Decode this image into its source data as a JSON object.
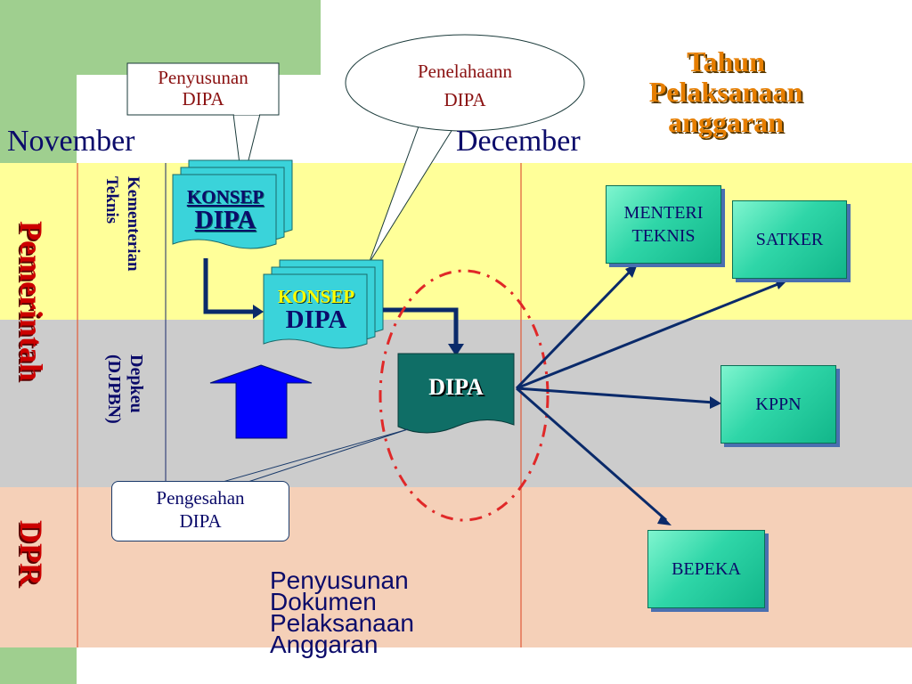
{
  "months": {
    "november": "November",
    "december": "December"
  },
  "tahun": {
    "line1": "Tahun",
    "line2": "Pelaksanaan",
    "line3": "anggaran"
  },
  "callouts": {
    "penyusunan": {
      "line1": "Penyusunan",
      "line2": "DIPA"
    },
    "penelahaan": {
      "line1": "Penelahaann",
      "line2": "DIPA"
    },
    "pengesahan": {
      "line1": "Pengesahan",
      "line2": "DIPA"
    }
  },
  "rows": {
    "pemerintah": "Pemerintah",
    "dpr": "DPR",
    "kementerian": {
      "line1": "Kementerian",
      "line2": "Teknis"
    },
    "depkeu": {
      "line1": "Depkeu",
      "line2": "(DJPBN)"
    }
  },
  "docs": {
    "konsep1": {
      "line1": "KONSEP",
      "line2": "DIPA"
    },
    "konsep2": {
      "line1": "KONSEP",
      "line2": "DIPA"
    },
    "dipa": "DIPA"
  },
  "targets": {
    "menteri": {
      "line1": "MENTERI",
      "line2": "TEKNIS"
    },
    "satker": "SATKER",
    "kppn": "KPPN",
    "bepeka": "BEPEKA"
  },
  "footer": {
    "line1": "Penyusunan",
    "line2": "Dokumen",
    "line3": "Pelaksanaan",
    "line4": "Anggaran"
  },
  "colors": {
    "yellow_band": "#ffff99",
    "gray_band": "#cccccc",
    "peach_band": "#f5d0b8",
    "left_green": "#9fcf8f",
    "title_orange": "#e67e00",
    "row_label_red": "#cc0000",
    "dark_blue": "#0b0b6a",
    "teal_doc": "#0f6e66",
    "cyan_doc": "#3ad3da",
    "arrow_navy": "#0a2a6a"
  }
}
